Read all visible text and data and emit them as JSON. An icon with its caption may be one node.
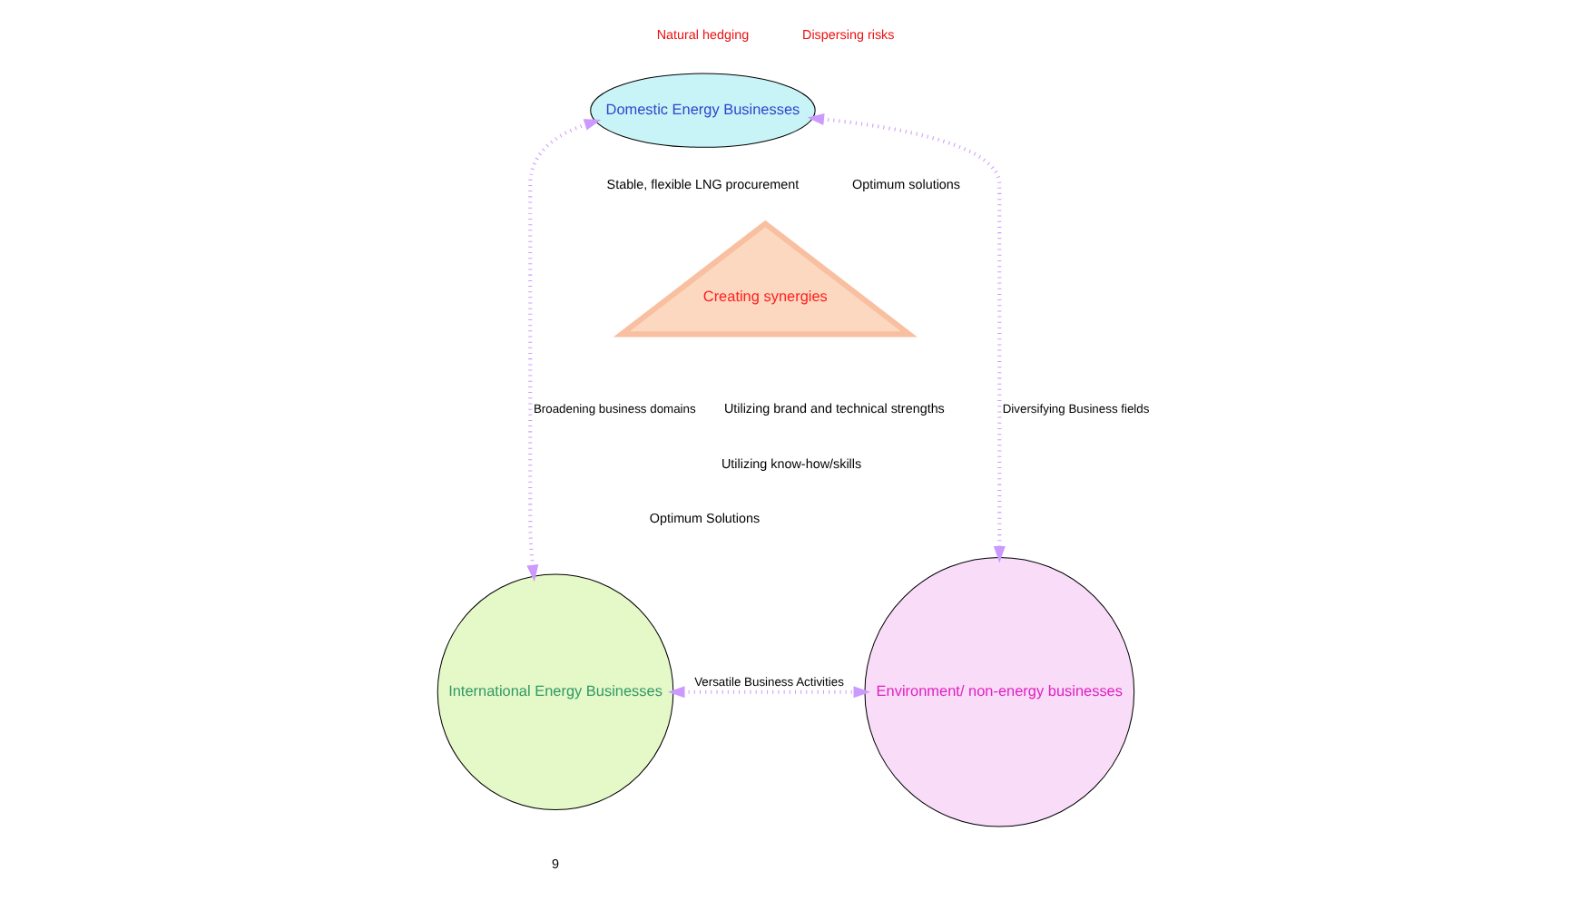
{
  "diagram": {
    "nodes": [
      {
        "text": [
          "Domestic Energy Businesses"
        ]
      },
      {
        "text": [
          "International Energy Businesses"
        ]
      },
      {
        "text": [
          "Environment/ non-energy businesses"
        ]
      },
      {
        "text": [
          "Creating synergies"
        ]
      }
    ],
    "edges": [
      {
        "from": 0,
        "to": 1,
        "arrow": "both",
        "style": "dashed",
        "label": "Broadening business domains"
      },
      {
        "from": 0,
        "to": 2,
        "arrow": "both",
        "style": "dashed",
        "label": "Diversifying Business fields"
      },
      {
        "from": 1,
        "to": 2,
        "arrow": "both",
        "style": "dashed",
        "label": "Versatile Business Activities"
      }
    ],
    "labels": [
      "Natural hedging",
      "Dispersing risks",
      "Stable, flexible LNG procurement",
      "Optimum solutions",
      "Utilizing brand and technical strengths",
      "Utilizing know-how/skills",
      "Optimum Solutions",
      "9"
    ]
  }
}
